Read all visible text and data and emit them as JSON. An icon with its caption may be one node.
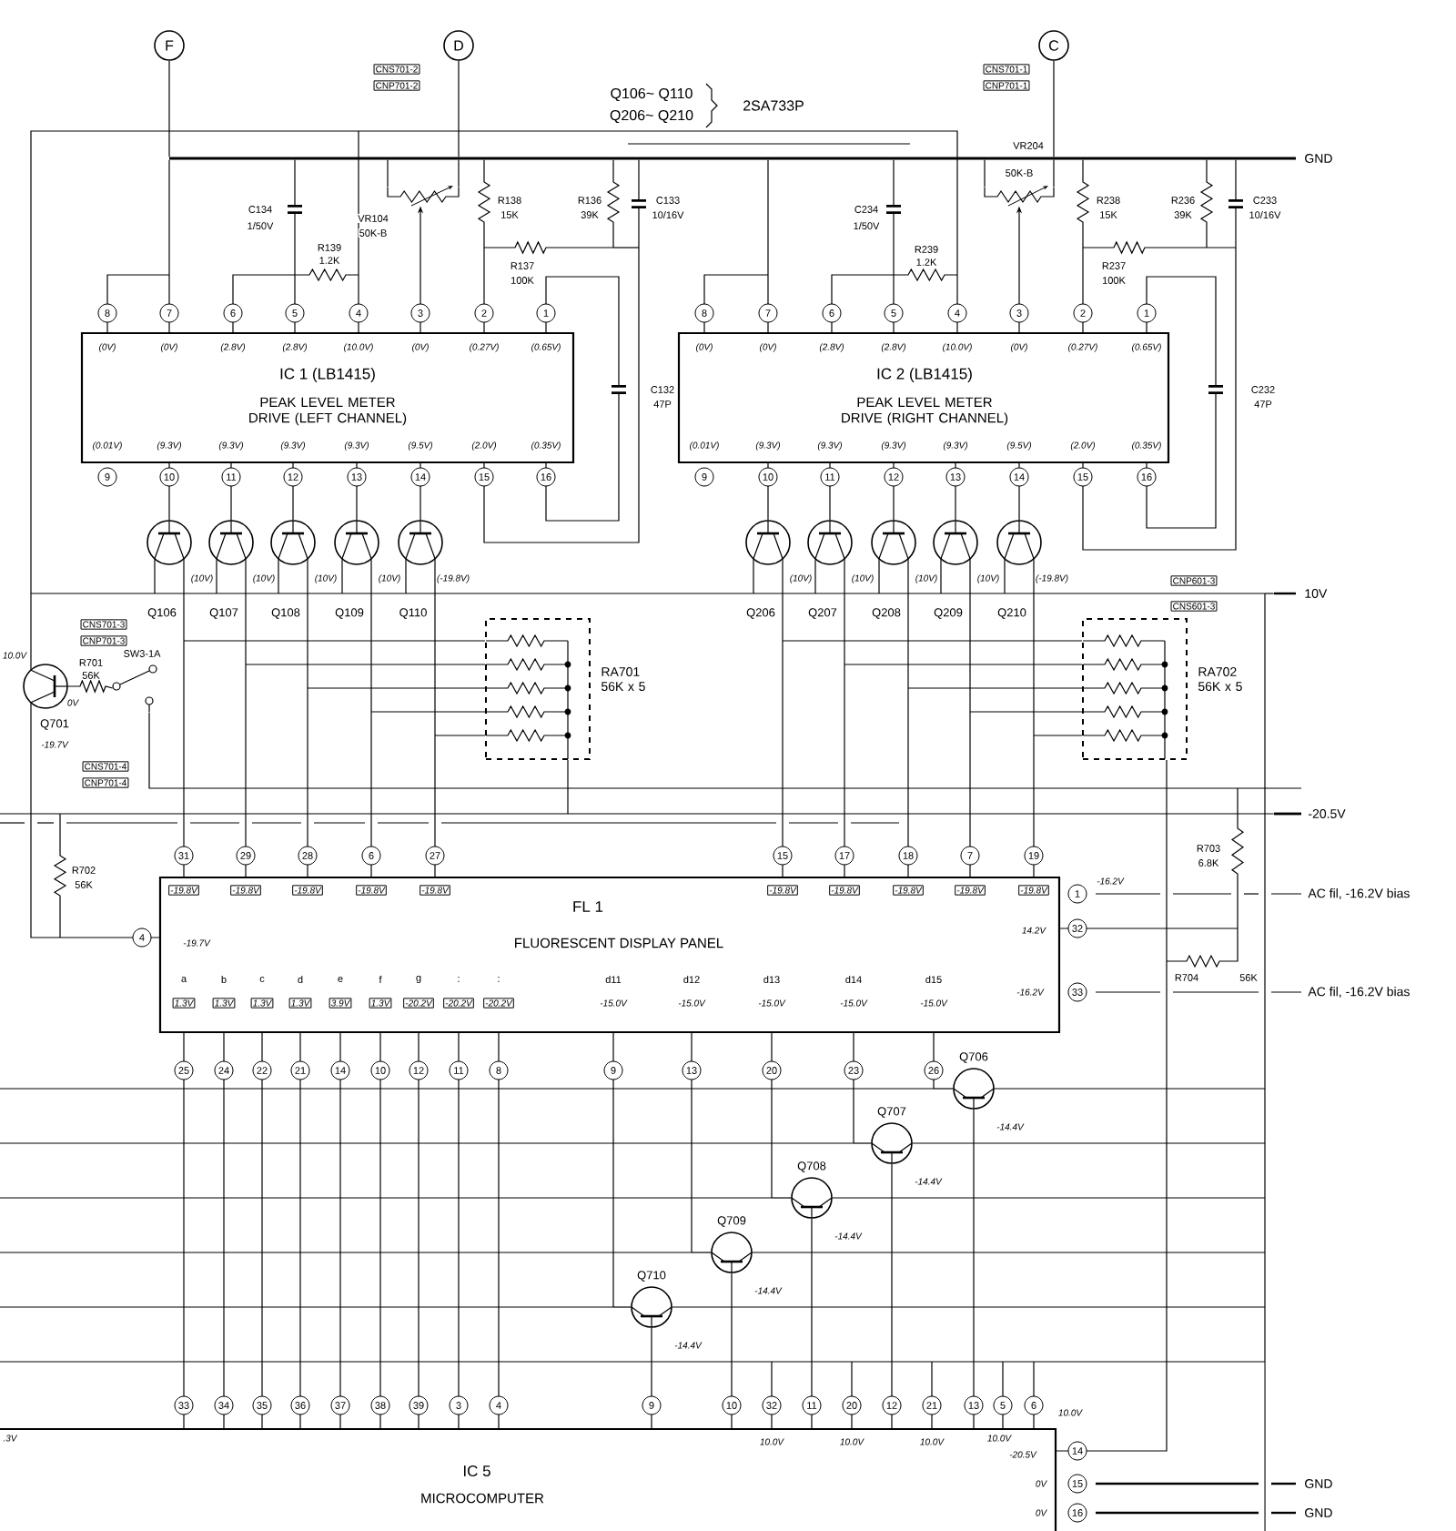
{
  "diagram": {
    "nodes": [
      {
        "text": [
          "F"
        ]
      },
      {
        "text": [
          "D"
        ]
      },
      {
        "text": [
          "C"
        ]
      },
      {
        "text": [
          "IC 1 (LB1415)",
          "PEAK LEVEL METER DRIVE (LEFT CHANNEL)"
        ]
      },
      {
        "text": [
          "IC 2 (LB1415)",
          "PEAK LEVEL METER DRIVE (RIGHT CHANNEL)"
        ]
      },
      {
        "text": [
          "RA701 56K x 5"
        ]
      },
      {
        "text": [
          "RA702 56K x 5"
        ]
      },
      {
        "text": [
          "FL 1",
          "FLUORESCENT DISPLAY PANEL"
        ]
      },
      {
        "text": [
          "IC 5",
          "MICROCOMPUTER"
        ]
      },
      {
        "text": [],
        "shape": "circle",
        "beside": [
          "Q106"
        ]
      },
      {
        "text": [],
        "shape": "circle",
        "beside": [
          "Q107"
        ]
      },
      {
        "text": [],
        "shape": "circle",
        "beside": [
          "Q108"
        ]
      },
      {
        "text": [],
        "shape": "circle",
        "beside": [
          "Q109"
        ]
      },
      {
        "text": [],
        "shape": "circle",
        "beside": [
          "Q110"
        ]
      },
      {
        "text": [],
        "shape": "circle",
        "beside": [
          "Q206"
        ]
      },
      {
        "text": [],
        "shape": "circle",
        "beside": [
          "Q207"
        ]
      },
      {
        "text": [],
        "shape": "circle",
        "beside": [
          "Q208"
        ]
      },
      {
        "text": [],
        "shape": "circle",
        "beside": [
          "Q209"
        ]
      },
      {
        "text": [],
        "shape": "circle",
        "beside": [
          "Q210"
        ]
      },
      {
        "text": [],
        "shape": "circle",
        "beside": [
          "Q701"
        ]
      },
      {
        "text": [],
        "shape": "circle",
        "beside": [
          "Q706"
        ]
      },
      {
        "text": [],
        "shape": "circle",
        "beside": [
          "Q707"
        ]
      },
      {
        "text": [],
        "shape": "circle",
        "beside": [
          "Q708"
        ]
      },
      {
        "text": [],
        "shape": "circle",
        "beside": [
          "Q709"
        ]
      },
      {
        "text": [],
        "shape": "circle",
        "beside": [
          "Q710"
        ]
      },
      {
        "text": [],
        "shape": "bar"
      },
      {
        "text": [],
        "shape": "bar"
      },
      {
        "text": [],
        "shape": "bar"
      },
      {
        "text": [],
        "shape": "switch"
      },
      {
        "text": [],
        "shape": "resistor"
      },
      {
        "text": [],
        "shape": "resistor"
      }
    ],
    "edges": [
      {
        "from": 0,
        "to": 25,
        "arrow": "none"
      },
      {
        "from": 25,
        "to": 3,
        "arrow": "none"
      },
      {
        "from": 3,
        "to": 25,
        "arrow": "none"
      },
      {
        "from": 25,
        "to": 3,
        "arrow": "none"
      },
      {
        "from": 3,
        "to": 25,
        "arrow": "none"
      },
      {
        "from": 3,
        "to": 3,
        "arrow": "none"
      },
      {
        "from": 25,
        "to": 29,
        "arrow": "none"
      },
      {
        "from": 25,
        "to": 29,
        "arrow": "none"
      },
      {
        "from": 3,
        "to": 29,
        "arrow": "to"
      },
      {
        "from": 25,
        "to": 3,
        "arrow": "none"
      },
      {
        "from": 25,
        "to": 3,
        "arrow": "none"
      },
      {
        "from": 25,
        "to": 3,
        "arrow": "none"
      },
      {
        "from": 3,
        "to": 3,
        "arrow": "none"
      },
      {
        "from": 3,
        "to": 3,
        "arrow": "none"
      },
      {
        "from": 1,
        "to": 25,
        "arrow": "none"
      },
      {
        "from": 25,
        "to": 4,
        "arrow": "none"
      },
      {
        "from": 4,
        "to": 25,
        "arrow": "none"
      },
      {
        "from": 25,
        "to": 4,
        "arrow": "none"
      },
      {
        "from": 4,
        "to": 25,
        "arrow": "none"
      },
      {
        "from": 4,
        "to": 4,
        "arrow": "none"
      },
      {
        "from": 25,
        "to": 30,
        "arrow": "none"
      },
      {
        "from": 25,
        "to": 30,
        "arrow": "none"
      },
      {
        "from": 4,
        "to": 30,
        "arrow": "to"
      },
      {
        "from": 25,
        "to": 4,
        "arrow": "none"
      },
      {
        "from": 25,
        "to": 4,
        "arrow": "none"
      },
      {
        "from": 25,
        "to": 4,
        "arrow": "none"
      },
      {
        "from": 4,
        "to": 4,
        "arrow": "none"
      },
      {
        "from": 4,
        "to": 4,
        "arrow": "none"
      },
      {
        "from": 2,
        "to": 25,
        "arrow": "none"
      },
      {
        "from": 3,
        "to": 9,
        "arrow": "none"
      },
      {
        "from": 3,
        "to": 10,
        "arrow": "none"
      },
      {
        "from": 3,
        "to": 11,
        "arrow": "none"
      },
      {
        "from": 3,
        "to": 12,
        "arrow": "none"
      },
      {
        "from": 3,
        "to": 13,
        "arrow": "none"
      },
      {
        "from": 4,
        "to": 14,
        "arrow": "none"
      },
      {
        "from": 4,
        "to": 15,
        "arrow": "none"
      },
      {
        "from": 4,
        "to": 16,
        "arrow": "none"
      },
      {
        "from": 4,
        "to": 17,
        "arrow": "none"
      },
      {
        "from": 4,
        "to": 18,
        "arrow": "none"
      },
      {
        "from": 9,
        "to": 7,
        "arrow": "none"
      },
      {
        "from": 10,
        "to": 7,
        "arrow": "none"
      },
      {
        "from": 11,
        "to": 7,
        "arrow": "none"
      },
      {
        "from": 12,
        "to": 7,
        "arrow": "none"
      },
      {
        "from": 13,
        "to": 7,
        "arrow": "none"
      },
      {
        "from": 14,
        "to": 7,
        "arrow": "none"
      },
      {
        "from": 15,
        "to": 7,
        "arrow": "none"
      },
      {
        "from": 16,
        "to": 7,
        "arrow": "none"
      },
      {
        "from": 17,
        "to": 7,
        "arrow": "none"
      },
      {
        "from": 18,
        "to": 7,
        "arrow": "none"
      },
      {
        "from": 9,
        "to": 5,
        "arrow": "none"
      },
      {
        "from": 10,
        "to": 5,
        "arrow": "none"
      },
      {
        "from": 11,
        "to": 5,
        "arrow": "none"
      },
      {
        "from": 12,
        "to": 5,
        "arrow": "none"
      },
      {
        "from": 13,
        "to": 5,
        "arrow": "none"
      },
      {
        "from": 14,
        "to": 6,
        "arrow": "none"
      },
      {
        "from": 15,
        "to": 6,
        "arrow": "none"
      },
      {
        "from": 16,
        "to": 6,
        "arrow": "none"
      },
      {
        "from": 17,
        "to": 6,
        "arrow": "none"
      },
      {
        "from": 18,
        "to": 6,
        "arrow": "none"
      },
      {
        "from": 19,
        "to": 7,
        "arrow": "none"
      },
      {
        "from": 7,
        "to": 8,
        "arrow": "none"
      },
      {
        "from": 7,
        "to": 8,
        "arrow": "none"
      },
      {
        "from": 7,
        "to": 8,
        "arrow": "none"
      },
      {
        "from": 7,
        "to": 8,
        "arrow": "none"
      },
      {
        "from": 7,
        "to": 8,
        "arrow": "none"
      },
      {
        "from": 7,
        "to": 8,
        "arrow": "none"
      },
      {
        "from": 7,
        "to": 8,
        "arrow": "none"
      },
      {
        "from": 7,
        "to": 8,
        "arrow": "none"
      },
      {
        "from": 7,
        "to": 8,
        "arrow": "none"
      },
      {
        "from": 7,
        "to": 24,
        "arrow": "none"
      },
      {
        "from": 7,
        "to": 23,
        "arrow": "none"
      },
      {
        "from": 7,
        "to": 22,
        "arrow": "none"
      },
      {
        "from": 7,
        "to": 21,
        "arrow": "none"
      },
      {
        "from": 7,
        "to": 20,
        "arrow": "none"
      },
      {
        "from": 20,
        "to": 8,
        "arrow": "none"
      },
      {
        "from": 21,
        "to": 8,
        "arrow": "none"
      },
      {
        "from": 22,
        "to": 8,
        "arrow": "none"
      },
      {
        "from": 23,
        "to": 8,
        "arrow": "none"
      },
      {
        "from": 24,
        "to": 8,
        "arrow": "none"
      },
      {
        "from": null,
        "to": 20,
        "arrow": "none"
      },
      {
        "from": null,
        "to": 21,
        "arrow": "none"
      },
      {
        "from": null,
        "to": 22,
        "arrow": "none"
      },
      {
        "from": null,
        "to": 23,
        "arrow": "none"
      },
      {
        "from": null,
        "to": 24,
        "arrow": "none"
      },
      {
        "from": 9,
        "to": 26,
        "arrow": "none"
      },
      {
        "from": 10,
        "to": 26,
        "arrow": "none"
      },
      {
        "from": 11,
        "to": 26,
        "arrow": "none"
      },
      {
        "from": 12,
        "to": 26,
        "arrow": "none"
      },
      {
        "from": 13,
        "to": 26,
        "arrow": "none"
      },
      {
        "from": 14,
        "to": 26,
        "arrow": "none"
      },
      {
        "from": 15,
        "to": 26,
        "arrow": "none"
      },
      {
        "from": 16,
        "to": 26,
        "arrow": "none"
      },
      {
        "from": 17,
        "to": 26,
        "arrow": "none"
      },
      {
        "from": 18,
        "to": 26,
        "arrow": "none"
      },
      {
        "from": 19,
        "to": 26,
        "arrow": "none"
      },
      {
        "from": 26,
        "to": 4,
        "arrow": "none"
      },
      {
        "from": 26,
        "to": 3,
        "arrow": "none"
      },
      {
        "from": 20,
        "to": 26,
        "arrow": "none"
      },
      {
        "from": 21,
        "to": 26,
        "arrow": "none"
      },
      {
        "from": 22,
        "to": 26,
        "arrow": "none"
      },
      {
        "from": 23,
        "to": 26,
        "arrow": "none"
      },
      {
        "from": 24,
        "to": 26,
        "arrow": "none"
      },
      {
        "from": 26,
        "to": null,
        "arrow": "none"
      },
      {
        "from": 26,
        "to": 8,
        "arrow": "none"
      },
      {
        "from": 26,
        "to": 8,
        "arrow": "none"
      },
      {
        "from": 26,
        "to": 8,
        "arrow": "none"
      },
      {
        "from": 26,
        "to": 8,
        "arrow": "none"
      },
      {
        "from": 26,
        "to": 8,
        "arrow": "none"
      },
      {
        "from": null,
        "to": 8,
        "arrow": "none"
      },
      {
        "from": 5,
        "to": 27,
        "arrow": "none"
      },
      {
        "from": 6,
        "to": 27,
        "arrow": "none"
      },
      {
        "from": 27,
        "to": 7,
        "arrow": "none"
      },
      {
        "from": 27,
        "to": 8,
        "arrow": "none"
      },
      {
        "from": 7,
        "to": 27,
        "arrow": "none"
      },
      {
        "from": null,
        "to": 27,
        "arrow": "none"
      },
      {
        "from": 19,
        "to": 28,
        "arrow": "none"
      },
      {
        "from": 28,
        "to": 7,
        "arrow": "none"
      },
      {
        "from": 28,
        "to": null,
        "arrow": "none"
      }
    ],
    "labels": [
      "CNS701-2",
      "CNP701-2",
      "Q106~ Q110",
      "Q206~ Q210",
      "2SA733P",
      "CNS701-1",
      "CNP701-1",
      "VR204",
      "GND",
      "C134",
      "1/50V",
      "VR104",
      "50K-B",
      "R138",
      "15K",
      "R136",
      "39K",
      "C133",
      "10/16V",
      "R139",
      "1.2K",
      "R137",
      "100K",
      "C234",
      "1/50V",
      "50K-B",
      "R238",
      "15K",
      "R236",
      "39K",
      "C233",
      "10/16V",
      "R239",
      "1.2K",
      "R237",
      "100K",
      "8",
      "7",
      "6",
      "5",
      "4",
      "3",
      "2",
      "1",
      "(0V)",
      "(0V)",
      "(2.8V)",
      "(2.8V)",
      "(10.0V)",
      "(0V)",
      "(0.27V)",
      "(0.65V)",
      "(0.01V)",
      "(9.3V)",
      "(9.3V)",
      "(9.3V)",
      "(9.3V)",
      "(9.5V)",
      "(2.0V)",
      "(0.35V)",
      "9",
      "10",
      "11",
      "12",
      "13",
      "14",
      "15",
      "16",
      "C132",
      "47P",
      "8",
      "7",
      "6",
      "5",
      "4",
      "3",
      "2",
      "1",
      "(0V)",
      "(0V)",
      "(2.8V)",
      "(2.8V)",
      "(10.0V)",
      "(0V)",
      "(0.27V)",
      "(0.65V)",
      "(0.01V)",
      "(9.3V)",
      "(9.3V)",
      "(9.3V)",
      "(9.3V)",
      "(9.5V)",
      "(2.0V)",
      "(0.35V)",
      "9",
      "10",
      "11",
      "12",
      "13",
      "14",
      "15",
      "16",
      "C232",
      "47P",
      "(10V)",
      "(10V)",
      "(10V)",
      "(10V)",
      "(-19.8V)",
      "(10V)",
      "(10V)",
      "(10V)",
      "(10V)",
      "(-19.8V)",
      "CNP601-3",
      "CNS601-3",
      "10V",
      "CNS701-3",
      "CNP701-3",
      "10.0V",
      "R701",
      "56K",
      "SW3-1A",
      "0V",
      "-19.7V",
      "CNS701-4",
      "CNP701-4",
      "-20.5V",
      "R702",
      "56K",
      "R703",
      "6.8K",
      "31",
      "29",
      "28",
      "6",
      "27",
      "15",
      "17",
      "18",
      "7",
      "19",
      "-19.8V",
      "-19.8V",
      "-19.8V",
      "-19.8V",
      "-19.8V",
      "-19.8V",
      "-19.8V",
      "-19.8V",
      "-19.8V",
      "-19.8V",
      "4",
      "-19.7V",
      "1",
      "-16.2V",
      "AC fil, -16.2V bias",
      "14.2V",
      "32",
      "-16.2V",
      "33",
      "AC fil, -16.2V bias",
      "a",
      "b",
      "c",
      "d",
      "e",
      "f",
      "g",
      ":",
      ":",
      "d11",
      "d12",
      "d13",
      "d14",
      "d15",
      "R704",
      "56K",
      "1.3V",
      "1.3V",
      "1.3V",
      "1.3V",
      "3.9V",
      "1.3V",
      "-20.2V",
      "-20.2V",
      "-20.2V",
      "-15.0V",
      "-15.0V",
      "-15.0V",
      "-15.0V",
      "-15.0V",
      "25",
      "24",
      "22",
      "21",
      "14",
      "10",
      "12",
      "11",
      "8",
      "9",
      "13",
      "20",
      "23",
      "26",
      "-14.4V",
      "-14.4V",
      "-14.4V",
      "-14.4V",
      "-14.4V",
      "33",
      "34",
      "35",
      "36",
      "37",
      "38",
      "39",
      "3",
      "4",
      "9",
      "10",
      "32",
      "11",
      "20",
      "12",
      "21",
      "13",
      "5",
      "6",
      "10.0V",
      "10.0V",
      "10.0V",
      "10.0V",
      "10.0V",
      "-20.5V",
      "14",
      "0V",
      "15",
      "GND",
      "0V",
      "16",
      "GND",
      ".3V"
    ]
  }
}
